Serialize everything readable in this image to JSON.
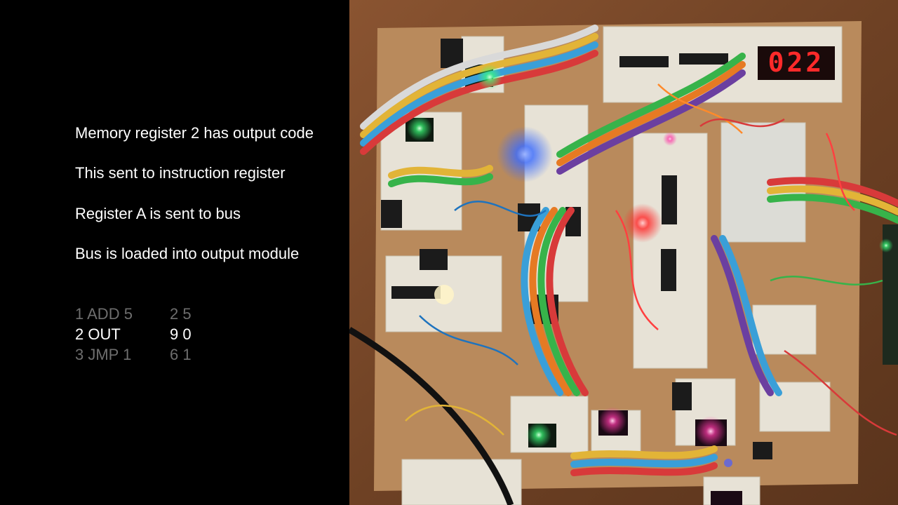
{
  "steps": [
    "Memory register 2 has output code",
    "This sent to instruction register",
    "Register A is sent to bus",
    "Bus is loaded into output module"
  ],
  "program": [
    {
      "instruction": "1 ADD 5",
      "code": "2 5",
      "state": "dim"
    },
    {
      "instruction": "2 OUT",
      "code": "9 0",
      "state": "active"
    },
    {
      "instruction": "3 JMP 1",
      "code": "6 1",
      "state": "dim"
    }
  ],
  "photo": {
    "display_readout": "022",
    "colors": {
      "table_wood": "#7a4a2a",
      "cardboard": "#b98a5c",
      "breadboard": "#e7e2d6",
      "led_red": "#ff2a2a",
      "led_green": "#3cff7a",
      "led_blue": "#3a6bff",
      "led_magenta": "#ff3aa8"
    }
  }
}
